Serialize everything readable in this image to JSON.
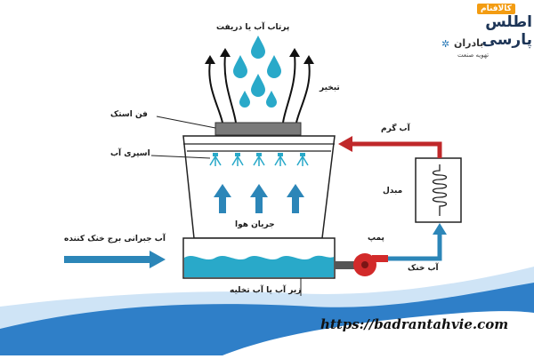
{
  "labels": {
    "drift": "پرتاب آب یا دریفت",
    "evaporation": "تبخیر",
    "fan_stack": "فن استک",
    "water_spray": "اسپری آب",
    "airflow": "جریان هوا",
    "hot_water": "آب گرم",
    "exchanger": "مبدل",
    "makeup_water": "آب جبرانی برج خنک کننده",
    "pump": "پمپ",
    "cold_water": "آب خنک",
    "blowdown": "زیر آب یا آب تخلیه"
  },
  "website": "https://badrantahvie.com",
  "logo": {
    "badge": "کالافنام",
    "brand": "اطلس پارسی",
    "brand2": "بادران",
    "tagline": "تهویه صنعت",
    "gear_icon": "gear-icon"
  },
  "colors": {
    "water": "#29a9c9",
    "arrow_blue": "#2c86b8",
    "hot_red": "#c0282a",
    "pump_red": "#d22a2a",
    "fan_gray": "#7a7a7a",
    "wave": "#2f7fc8"
  }
}
